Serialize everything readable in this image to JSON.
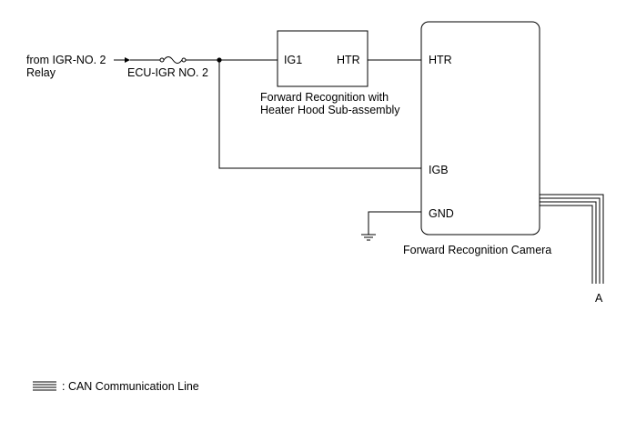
{
  "source": {
    "line1": "from IGR-NO. 2",
    "line2": "Relay"
  },
  "fuse": {
    "label": "ECU-IGR NO. 2"
  },
  "heater": {
    "pin_ig1": "IG1",
    "pin_htr": "HTR",
    "caption_line1": "Forward Recognition with",
    "caption_line2": "Heater Hood Sub-assembly"
  },
  "camera": {
    "pin_htr": "HTR",
    "pin_igb": "IGB",
    "pin_gnd": "GND",
    "caption": "Forward Recognition Camera"
  },
  "connector": {
    "label": "A"
  },
  "legend": {
    "text": ": CAN Communication Line"
  }
}
